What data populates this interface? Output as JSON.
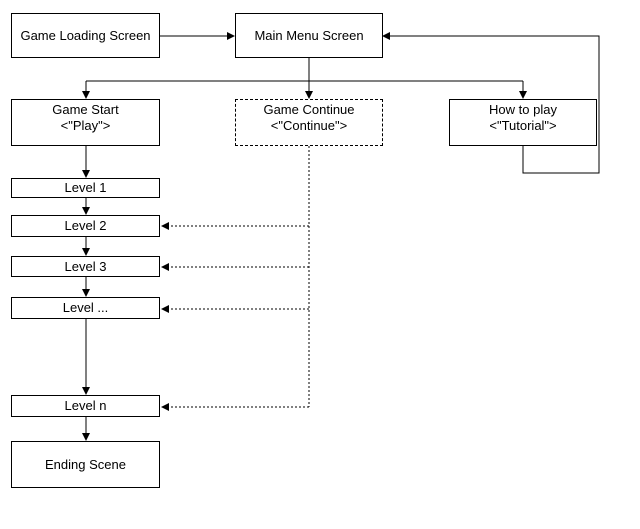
{
  "nodes": {
    "loading": {
      "label": "Game Loading Screen"
    },
    "main_menu": {
      "label": "Main Menu Screen"
    },
    "game_start": {
      "label": "Game Start",
      "sub": "<\"Play\">"
    },
    "game_continue": {
      "label": "Game Continue",
      "sub": "<\"Continue\">"
    },
    "how_to_play": {
      "label": "How to play",
      "sub": "<\"Tutorial\">"
    },
    "level_1": {
      "label": "Level 1"
    },
    "level_2": {
      "label": "Level 2"
    },
    "level_3": {
      "label": "Level 3"
    },
    "level_dots": {
      "label": "Level ..."
    },
    "level_n": {
      "label": "Level n"
    },
    "ending": {
      "label": "Ending Scene"
    }
  },
  "edges": [
    {
      "from": "Game Loading Screen",
      "to": "Main Menu Screen",
      "style": "solid"
    },
    {
      "from": "Main Menu Screen",
      "to": "Game Start",
      "style": "solid"
    },
    {
      "from": "Main Menu Screen",
      "to": "Game Continue",
      "style": "solid"
    },
    {
      "from": "Main Menu Screen",
      "to": "How to play",
      "style": "solid"
    },
    {
      "from": "How to play",
      "to": "Main Menu Screen",
      "style": "solid"
    },
    {
      "from": "Game Start",
      "to": "Level 1",
      "style": "solid"
    },
    {
      "from": "Level 1",
      "to": "Level 2",
      "style": "solid"
    },
    {
      "from": "Level 2",
      "to": "Level 3",
      "style": "solid"
    },
    {
      "from": "Level 3",
      "to": "Level ...",
      "style": "solid"
    },
    {
      "from": "Level ...",
      "to": "Level n",
      "style": "solid"
    },
    {
      "from": "Level n",
      "to": "Ending Scene",
      "style": "solid"
    },
    {
      "from": "Game Continue",
      "to": "Level 2",
      "style": "dotted"
    },
    {
      "from": "Game Continue",
      "to": "Level 3",
      "style": "dotted"
    },
    {
      "from": "Game Continue",
      "to": "Level ...",
      "style": "dotted"
    },
    {
      "from": "Game Continue",
      "to": "Level n",
      "style": "dotted"
    }
  ],
  "colors": {
    "stroke": "#000000",
    "background": "#ffffff"
  }
}
